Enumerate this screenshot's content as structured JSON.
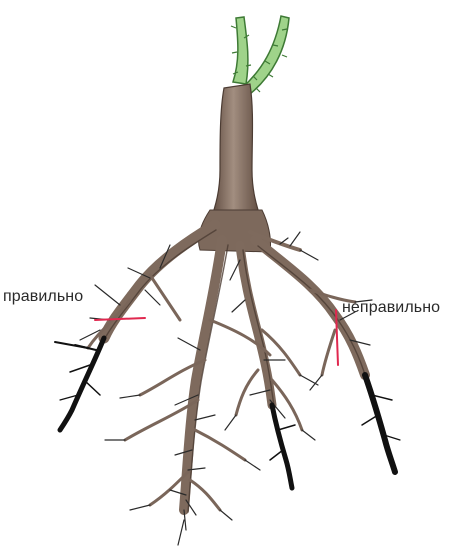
{
  "labels": {
    "correct": "правильно",
    "incorrect": "неправильно"
  },
  "colors": {
    "background": "#ffffff",
    "stem_green": "#9fd38a",
    "stem_green_dark": "#3e7a35",
    "root_bark": "#8a7668",
    "root_bark_dark": "#4c3c33",
    "root_tip": "#111111",
    "cut_mark": "#e0284f",
    "label_text": "#2a2a2a"
  },
  "icons": {
    "plant": "rose-seedling-roots-illustration"
  }
}
